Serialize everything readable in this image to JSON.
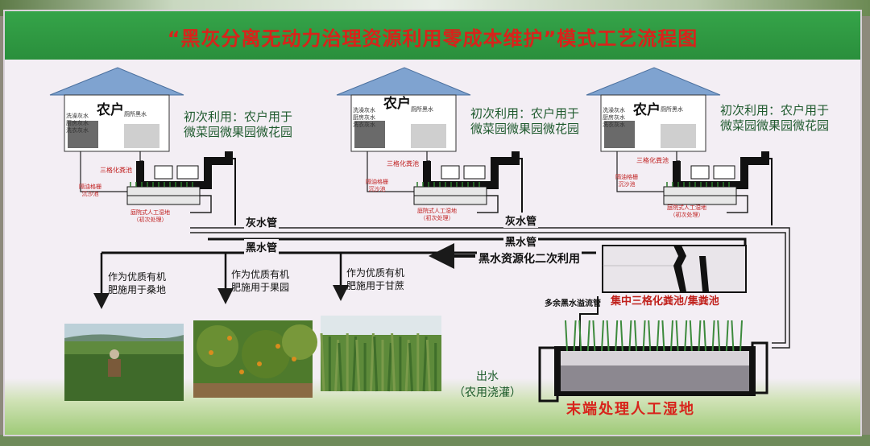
{
  "title": "“黑灰分离无动力治理资源利用零成本维护”模式工艺流程图",
  "houses": [
    {
      "name": "农户",
      "tag_a": "洗澡灰水\n厨房灰水\n洗衣灰水",
      "tag_b": "厕所黑水",
      "use": "初次利用：农户用于\n微菜园微果园微花园",
      "septic": "三格化粪池",
      "grease": "隔油格栅\n沉沙池",
      "wetland": "庭院式人工湿地\n（初次处理）"
    },
    {
      "name": "农户",
      "tag_a": "洗澡灰水\n厨房灰水\n洗衣灰水",
      "tag_b": "厕所黑水",
      "use": "初次利用：农户用于\n微菜园微果园微花园",
      "septic": "三格化粪池",
      "grease": "隔油格栅\n沉沙池",
      "wetland": "庭院式人工湿地\n（初次处理）"
    },
    {
      "name": "农户",
      "tag_a": "洗澡灰水\n厨房灰水\n洗衣灰水",
      "tag_b": "厕所黑水",
      "use": "初次利用：农户用于\n微菜园微果园微花园",
      "septic": "三格化粪池",
      "grease": "隔油格栅\n沉沙池",
      "wetland": "庭院式人工湿地\n（初次处理）"
    }
  ],
  "pipes": {
    "grey": "灰水管",
    "black": "黑水管",
    "reuse": "黑水资源化二次利用",
    "overflow": "多余黑水溢流管"
  },
  "central_tank": "集中三格化粪池/集粪池",
  "fertilizer": [
    "作为优质有机\n肥施用于桑地",
    "作为优质有机\n肥施用于果园",
    "作为优质有机\n肥施用于甘蔗"
  ],
  "outflow": "出水\n（农用浇灌）",
  "terminal": "末端处理人工湿地",
  "colors": {
    "header": "#2a8f3c",
    "title": "#d8231b",
    "board": "#f3eef4",
    "roof": "#7fa3d0",
    "pipe": "#1a1a1a",
    "use_text": "#1f5a2e"
  }
}
